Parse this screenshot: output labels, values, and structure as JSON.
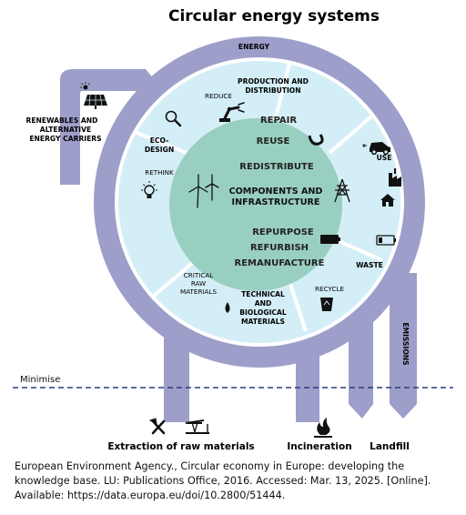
{
  "title": "Circular energy systems",
  "labels": {
    "energy": "ENERGY",
    "renewables_1": "RENEWABLES AND",
    "renewables_2": "ALTERNATIVE",
    "renewables_3": "ENERGY CARRIERS",
    "production_1": "PRODUCTION AND",
    "production_2": "DISTRIBUTION",
    "reduce": "REDUCE",
    "ecodesign_1": "ECO-",
    "ecodesign_2": "DESIGN",
    "rethink": "RETHINK",
    "use": "USE",
    "waste": "WASTE",
    "recycle": "RECYCLE",
    "critical_1": "CRITICAL",
    "critical_2": "RAW",
    "critical_3": "MATERIALS",
    "technical_1": "TECHNICAL",
    "technical_2": "AND",
    "technical_3": "BIOLOGICAL",
    "technical_4": "MATERIALS",
    "emissions": "EMISSIONS",
    "minimise": "Minimise"
  },
  "core": {
    "repair": "REPAIR",
    "reuse": "REUSE",
    "redistribute": "REDISTRIBUTE",
    "center_1": "COMPONENTS AND",
    "center_2": "INFRASTRUCTURE",
    "repurpose": "REPURPOSE",
    "refurbish": "REFURBISH",
    "remanufacture": "REMANUFACTURE"
  },
  "bottom": {
    "extraction": "Extraction of raw materials",
    "incineration": "Incineration",
    "landfill": "Landfill"
  },
  "caption": {
    "line1": "European Environment Agency., Circular economy in Europe: developing the",
    "line2": "knowledge base. LU: Publications Office, 2016. Accessed: Mar. 13, 2025. [Online].",
    "line3": "Available: https://data.europa.eu/doi/10.2800/51444."
  },
  "colors": {
    "outer_band": "#9d9ec9",
    "light_ring": "#d4eef7",
    "core": "#99cfc0",
    "dash": "#2b3a7a"
  },
  "icons": [
    "solar-panel-icon",
    "robot-arm-icon",
    "magnifier-icon",
    "lightbulb-icon",
    "wind-turbine-icon",
    "pylon-icon",
    "magnet-icon",
    "car-icon",
    "factory-icon",
    "house-icon",
    "battery-icon",
    "recycle-bin-icon",
    "droplet-icon",
    "hammer-icon",
    "oil-pump-icon",
    "fire-icon"
  ]
}
